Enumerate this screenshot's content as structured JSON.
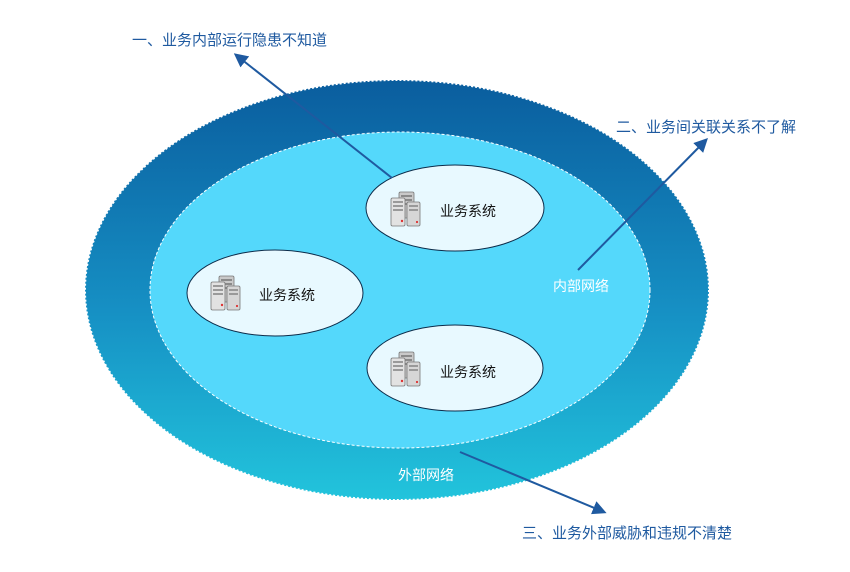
{
  "callouts": {
    "internal_risk": "一、业务内部运行隐患不知道",
    "relation": "二、业务间关联关系不了解",
    "external_threat": "三、业务外部威胁和违规不清楚"
  },
  "networks": {
    "external": "外部网络",
    "internal": "内部网络"
  },
  "systems": [
    "业务系统",
    "业务系统",
    "业务系统"
  ],
  "icons": {
    "system": "server-icon"
  },
  "colors": {
    "outer_top": "#0a5d9e",
    "outer_bottom": "#22c4dc",
    "inner_fill": "#54d8fb",
    "system_fill": "#e8f9ff",
    "arrow": "#1f5aa0"
  }
}
